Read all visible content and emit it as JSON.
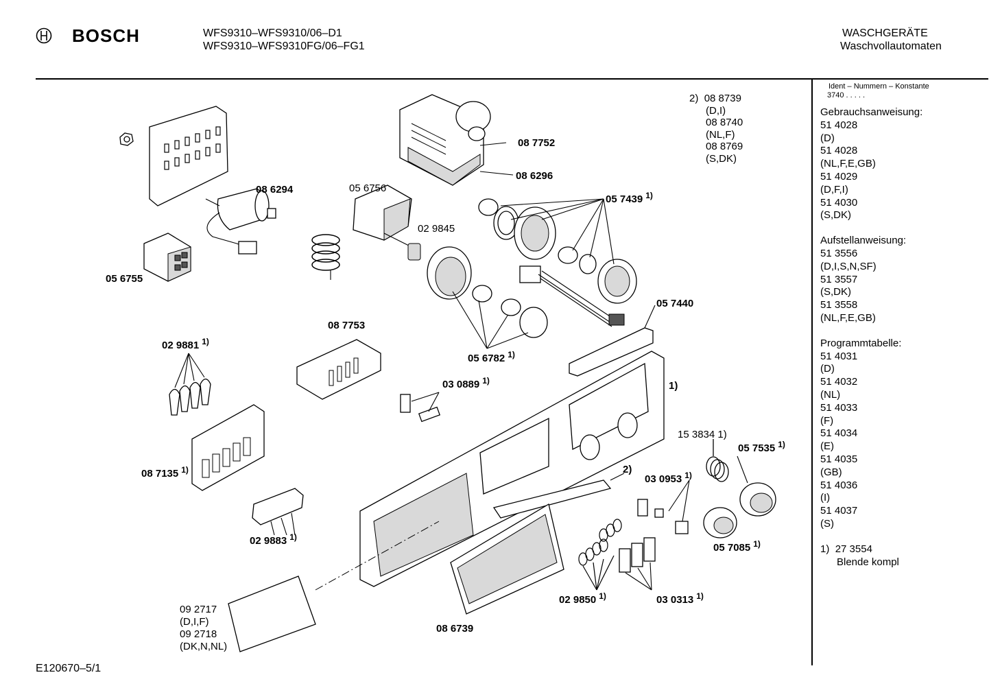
{
  "header": {
    "brand": "BOSCH",
    "model_line1": "WFS9310–WFS9310/06–D1",
    "model_line2": "WFS9310–WFS9310FG/06–FG1",
    "category_line1": "WASCHGERÄTE",
    "category_line2": "Waschvollautomaten"
  },
  "footer": {
    "drawing_id": "E120670–5/1"
  },
  "sidebar": {
    "ident_title": "Ident – Nummern – Konstante",
    "ident_value": "3740 . . . . .",
    "sections": [
      {
        "title": "Gebrauchsanweisung:",
        "items": [
          "51 4028",
          "(D)",
          "51 4028",
          "(NL,F,E,GB)",
          "51 4029",
          "(D,F,I)",
          "51 4030",
          "(S,DK)"
        ]
      },
      {
        "title": "Aufstellanweisung:",
        "items": [
          "51 3556",
          "(D,I,S,N,SF)",
          "51 3557",
          "(S,DK)",
          "51 3558",
          "(NL,F,E,GB)"
        ]
      },
      {
        "title": "Programmtabelle:",
        "items": [
          "51 4031",
          "(D)",
          "51 4032",
          "(NL)",
          "51 4033",
          "(F)",
          "51 4034",
          "(E)",
          "51 4035",
          "(GB)",
          "51 4036",
          "(I)",
          "51 4037",
          "(S)"
        ]
      }
    ],
    "footnote_marker": "1)",
    "footnote_number": "27 3554",
    "footnote_text": "Blende kompl"
  },
  "note2": {
    "marker": "2)",
    "lines": [
      "08 8739",
      "(D,I)",
      "08 8740",
      "(NL,F)",
      "08 8769",
      "(S,DK)"
    ]
  },
  "labels": {
    "p086294": "08 6294",
    "p056755": "05 6755",
    "p056756": "05 6756",
    "p029845": "02 9845",
    "p087752": "08 7752",
    "p086296": "08 6296",
    "p057439": "05 7439",
    "p057440": "05 7440",
    "p087753": "08 7753",
    "p056782": "05 6782",
    "p029881": "02 9881",
    "p030889": "03 0889",
    "p087135": "08 7135",
    "p029883": "02 9883",
    "p153834": "15 3834",
    "p057535": "05 7535",
    "p030953": "03 0953",
    "p057085": "05 7085",
    "p029850": "02 9850",
    "p030313": "03 0313",
    "p086739": "08 6739",
    "panel_note": "1)",
    "strip_note": "2)",
    "sup1": "1)"
  },
  "bottom_left": {
    "lines": [
      "09 2717",
      "(D,I,F)",
      "09 2718",
      "(DK,N,NL)"
    ]
  }
}
